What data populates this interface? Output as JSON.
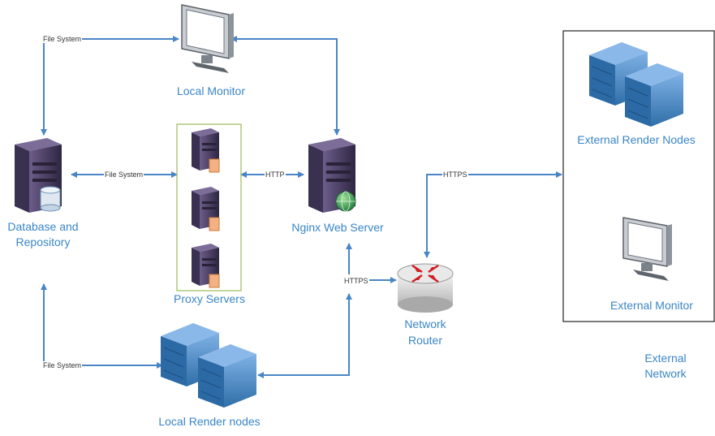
{
  "nodes": {
    "local_monitor": "Local Monitor",
    "database_line1": "Database and",
    "database_line2": "Repository",
    "proxy_servers": "Proxy Servers",
    "nginx": "Nginx Web Server",
    "router_line1": "Network",
    "router_line2": "Router",
    "local_render": "Local Render nodes",
    "external_render": "External Render Nodes",
    "external_monitor": "External Monitor",
    "external_network_line1": "External",
    "external_network_line2": "Network"
  },
  "edges": {
    "fs_monitor": "File System",
    "fs_proxy": "File System",
    "http": "HTTP",
    "https_router": "HTTPS",
    "https_external": "HTTPS",
    "fs_render": "File System"
  },
  "colors": {
    "connector": "#4a86c5",
    "label_text": "#3a86c6",
    "proxy_border": "#9bbb59",
    "server_body": "#4b3e63"
  },
  "icons": [
    "monitor-icon",
    "server-icon",
    "database-icon",
    "globe-icon",
    "router-icon",
    "render-cluster-icon"
  ]
}
